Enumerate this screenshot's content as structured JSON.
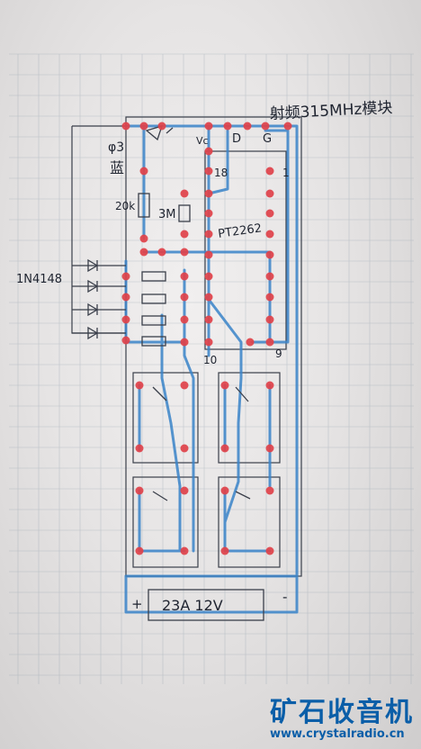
{
  "photo": {
    "module_note": "射频315MHz模块",
    "pins": {
      "vc": "Vc",
      "d": "D",
      "g": "G"
    },
    "chip_label": "PT2262",
    "chip_pins": {
      "p18": "18",
      "p1": "1",
      "p10": "10",
      "p9": "9"
    },
    "led_label_a": "φ3",
    "led_label_b": "蓝",
    "resistor_label": "20k",
    "osc_resistor_label": "3M",
    "diode_label": "1N4148",
    "battery_label": "23A 12V",
    "battery_plus": "+",
    "battery_minus": "-"
  },
  "watermark": {
    "brand": "矿石收音机",
    "url": "www.crystalradio.cn"
  },
  "colors": {
    "wire": "#3a84c9",
    "pad": "#e0424a",
    "pencil": "#3a3f4a",
    "grid": "#8a9aa8",
    "watermark": "#0a5ea8"
  }
}
